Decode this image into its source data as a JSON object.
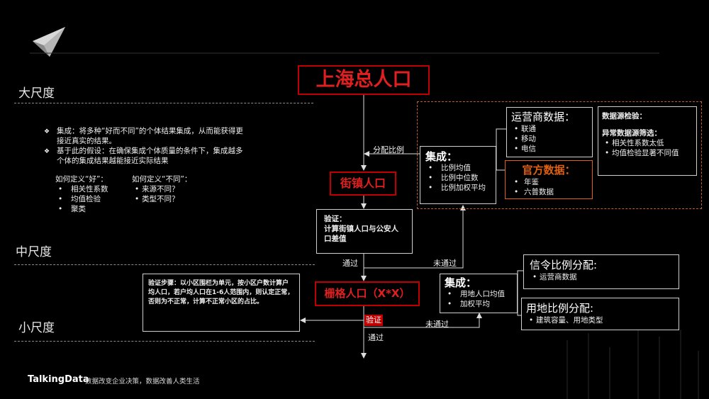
{
  "scales": {
    "large": "大尺度",
    "medium": "中尺度",
    "small": "小尺度"
  },
  "left_text": {
    "bullets": [
      "集成：将多种“好而不同”的个体结果集成，从而能获得更接近真实的结果。",
      "基于此的假设：在确保集成个体质量的条件下，集成越多个体的集成结果越能接近实际结果"
    ],
    "def_good": {
      "title": "如何定义“好”：",
      "items": [
        "相关性系数",
        "均值检验",
        "聚类"
      ]
    },
    "def_diff": {
      "title": "如何定义“不同”：",
      "items": [
        "来源不同？",
        "类型不同？"
      ]
    }
  },
  "nodes": {
    "total": "上海总人口",
    "street": "街镇人口",
    "grid": "栅格人口（X*X）",
    "verify_check": "验证"
  },
  "flow_labels": {
    "ratio": "分配比例",
    "pass1": "通过",
    "fail1": "未通过",
    "fail2": "未通过",
    "pass2": "通过"
  },
  "verify_box": {
    "title": "验证：",
    "body": "计算街镇人口与公安人口差值"
  },
  "ensemble1": {
    "title": "集成：",
    "items": [
      "比例均值",
      "比例中位数",
      "比例加权平均"
    ]
  },
  "operator": {
    "title": "运营商数据：",
    "items": [
      "联通",
      "移动",
      "电信"
    ]
  },
  "official": {
    "title": "官方数据：",
    "items": [
      "年鉴",
      "六普数据"
    ]
  },
  "source_check": {
    "title": "数据源检验：",
    "subtitle": "异常数据源筛选：",
    "items": [
      "相关性系数太低",
      "均值检验显著不同值"
    ]
  },
  "ensemble2": {
    "title": "集成：",
    "items": [
      "用地人口均值",
      "加权平均"
    ]
  },
  "signal": {
    "title": "信令比例分配:",
    "items": [
      "运营商数据"
    ]
  },
  "landuse": {
    "title": "用地比例分配:",
    "items": [
      "建筑容量、用地类型"
    ]
  },
  "steps": {
    "text": "验证步骤：以小区围栏为单元，按小区户数计算户均人口，若户均人口在1-6人范围内，则认定正常，否则为不正常，计算不正常小区的占比。"
  },
  "footer": {
    "brand": "TalkingData",
    "slogan": "数据改变企业决策，数据改善人类生活"
  },
  "colors": {
    "red": "#c00000",
    "orange": "#e06010",
    "orange_dash": "#c0602a",
    "line": "#cfcfcf"
  }
}
